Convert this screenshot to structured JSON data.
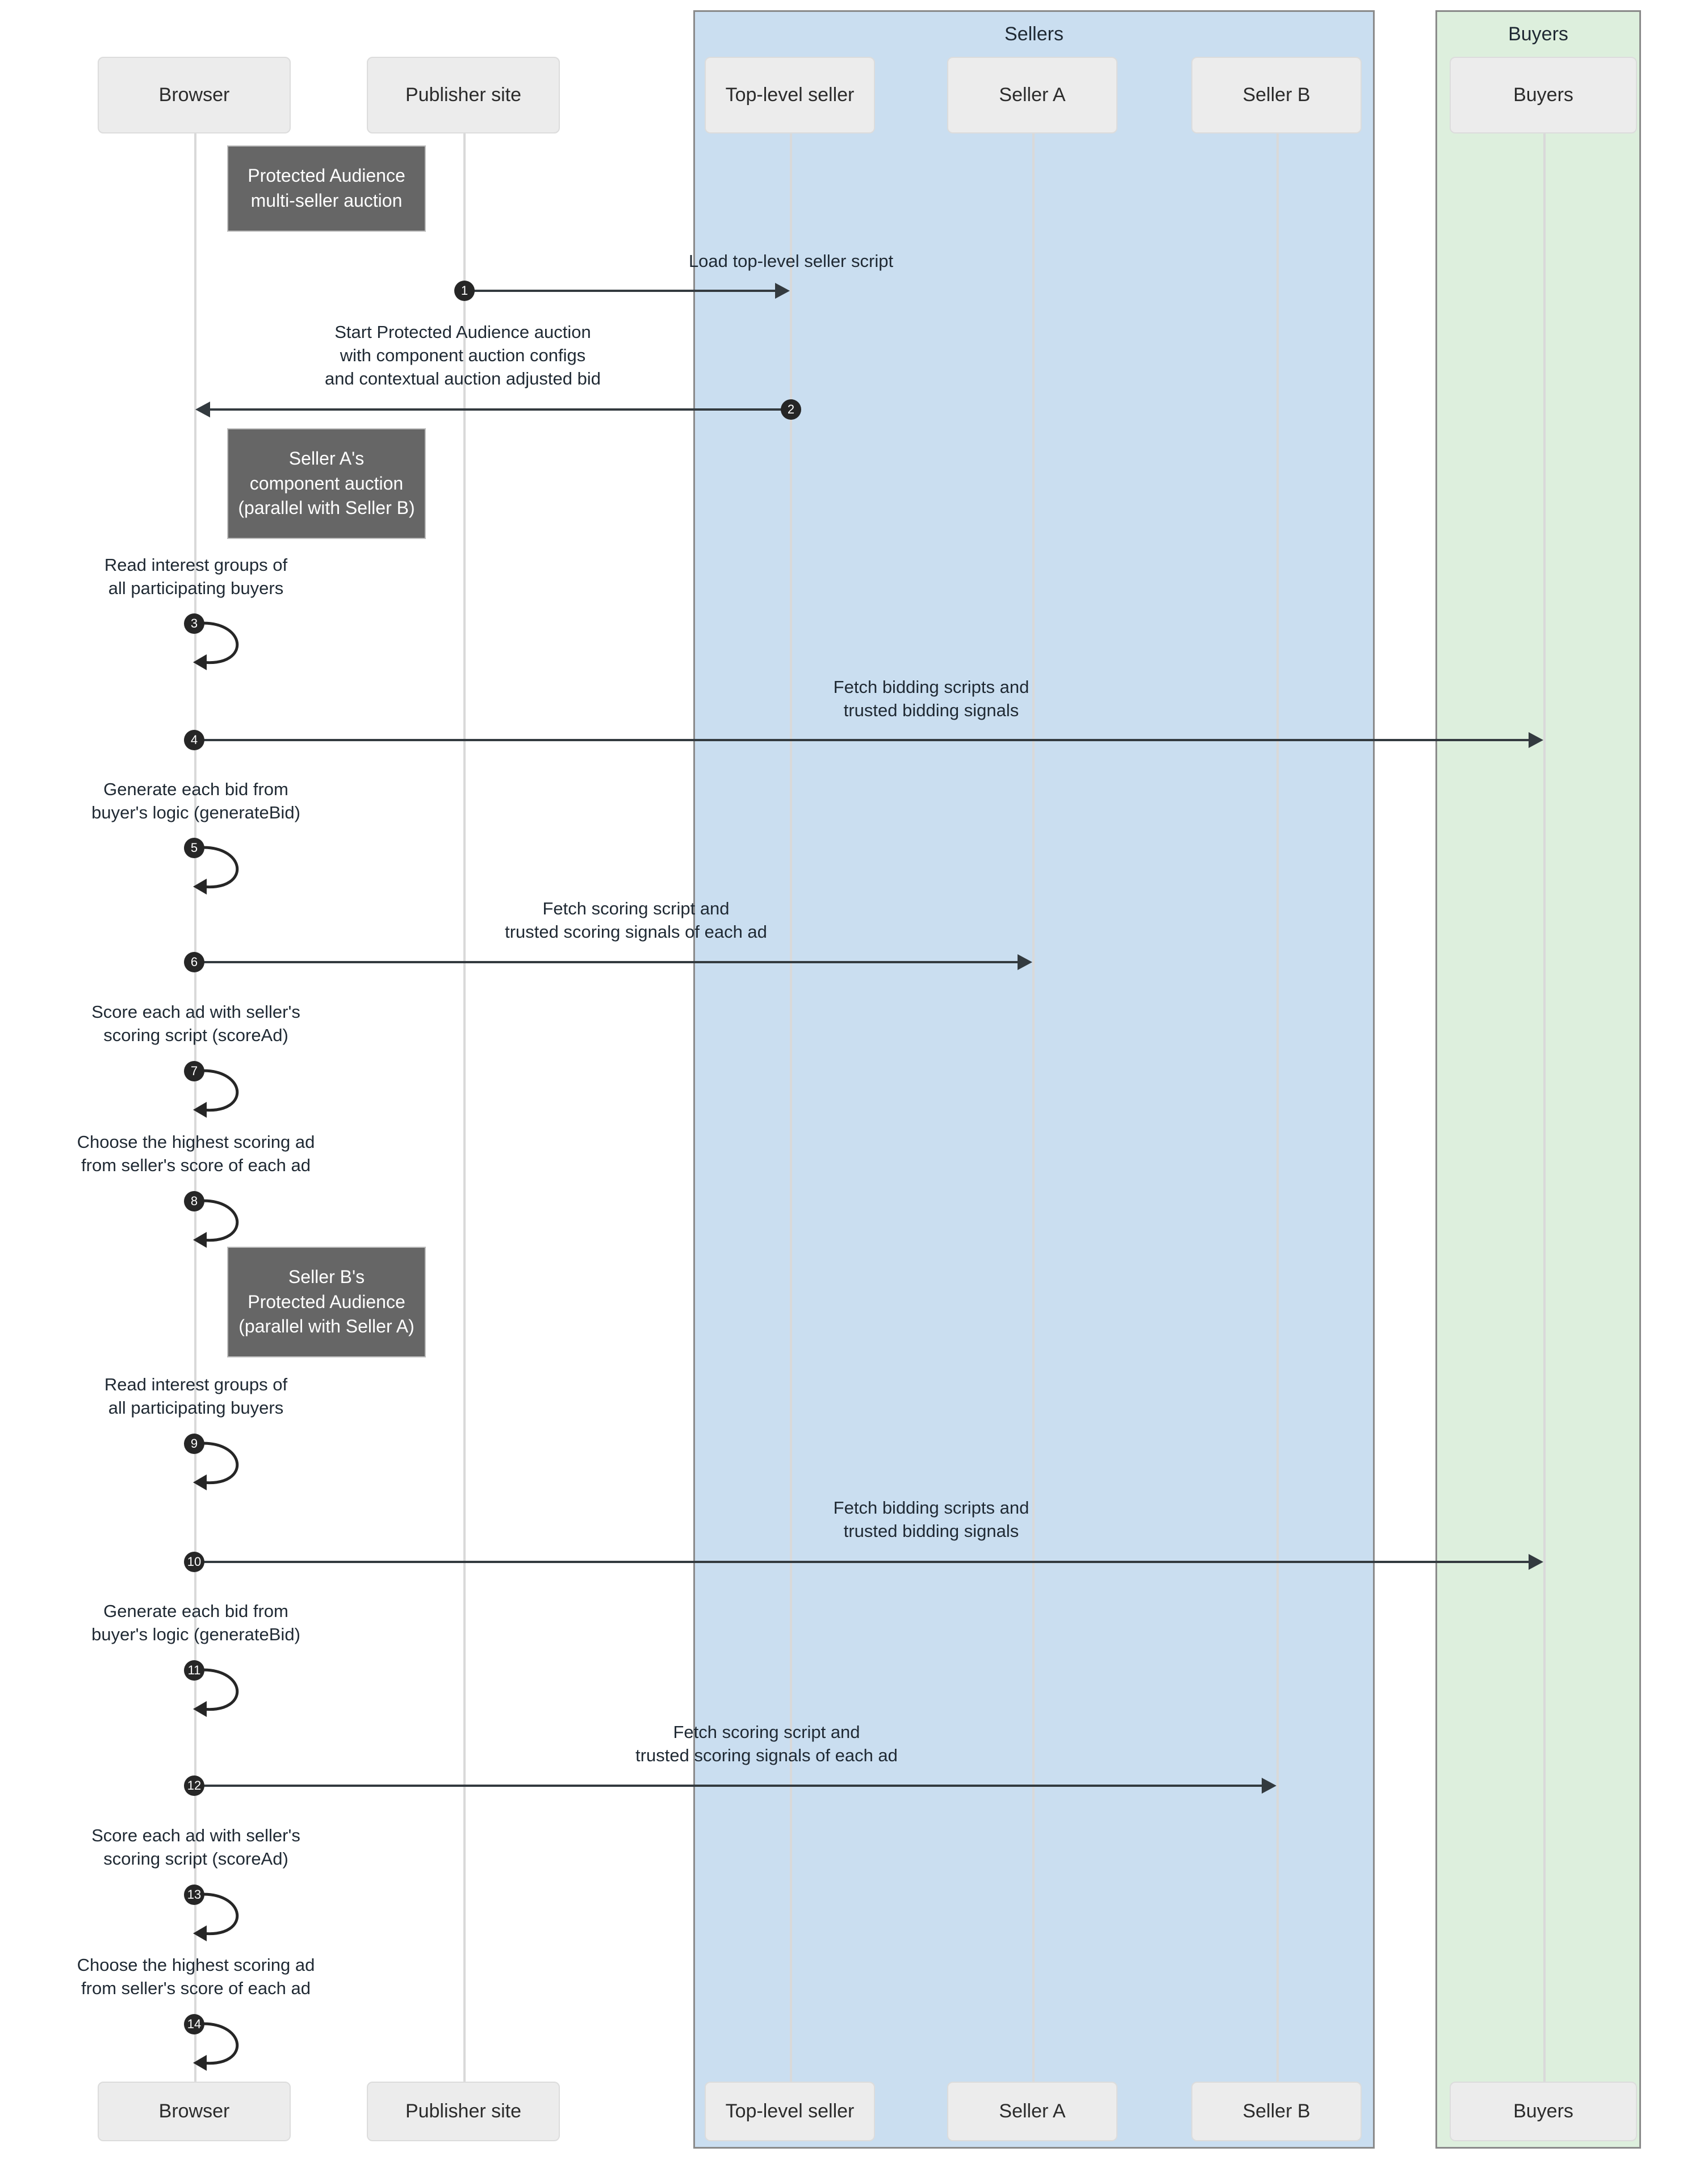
{
  "diagram": {
    "type": "sequence-diagram",
    "title": "Protected Audience multi-seller auction"
  },
  "groups": [
    {
      "label": "Sellers",
      "color": "#cadef0",
      "border": "#8a8a8a"
    },
    {
      "label": "Buyers",
      "color": "#ddefdd",
      "border": "#8a8a8a"
    }
  ],
  "actors": [
    {
      "id": "browser",
      "label": "Browser"
    },
    {
      "id": "publisher",
      "label": "Publisher site"
    },
    {
      "id": "topseller",
      "label": "Top-level seller"
    },
    {
      "id": "sellerA",
      "label": "Seller A"
    },
    {
      "id": "sellerB",
      "label": "Seller B"
    },
    {
      "id": "buyers",
      "label": "Buyers"
    }
  ],
  "notes": [
    {
      "id": "note1",
      "lines": [
        "Protected Audience",
        "multi-seller auction"
      ]
    },
    {
      "id": "note2",
      "lines": [
        "Seller A's",
        "component auction",
        "(parallel with Seller B)"
      ]
    },
    {
      "id": "note3",
      "lines": [
        "Seller B's",
        "Protected Audience",
        "(parallel with Seller A)"
      ]
    }
  ],
  "messages": [
    {
      "num": "1",
      "from": "publisher",
      "to": "topseller",
      "kind": "call",
      "lines": [
        "Load top-level seller script"
      ]
    },
    {
      "num": "2",
      "from": "topseller",
      "to": "browser",
      "kind": "return",
      "lines": [
        "Start Protected Audience auction",
        "with component auction configs",
        "and contextual auction adjusted bid"
      ]
    },
    {
      "num": "3",
      "from": "browser",
      "to": "browser",
      "kind": "self",
      "lines": [
        "Read interest groups of",
        "all participating buyers"
      ]
    },
    {
      "num": "4",
      "from": "browser",
      "to": "buyers",
      "kind": "call",
      "lines": [
        "Fetch bidding scripts and",
        "trusted bidding signals"
      ]
    },
    {
      "num": "5",
      "from": "browser",
      "to": "browser",
      "kind": "self",
      "lines": [
        "Generate each bid from",
        "buyer's logic (generateBid)"
      ]
    },
    {
      "num": "6",
      "from": "browser",
      "to": "sellerA",
      "kind": "call",
      "lines": [
        "Fetch scoring script and",
        "trusted scoring signals of each ad"
      ]
    },
    {
      "num": "7",
      "from": "browser",
      "to": "browser",
      "kind": "self",
      "lines": [
        "Score each ad with seller's",
        "scoring script (scoreAd)"
      ]
    },
    {
      "num": "8",
      "from": "browser",
      "to": "browser",
      "kind": "self",
      "lines": [
        "Choose the highest scoring ad",
        "from seller's score of each ad"
      ]
    },
    {
      "num": "9",
      "from": "browser",
      "to": "browser",
      "kind": "self",
      "lines": [
        "Read interest groups of",
        "all participating buyers"
      ]
    },
    {
      "num": "10",
      "from": "browser",
      "to": "buyers",
      "kind": "call",
      "lines": [
        "Fetch bidding scripts and",
        "trusted bidding signals"
      ]
    },
    {
      "num": "11",
      "from": "browser",
      "to": "browser",
      "kind": "self",
      "lines": [
        "Generate each bid from",
        "buyer's logic (generateBid)"
      ]
    },
    {
      "num": "12",
      "from": "browser",
      "to": "sellerB",
      "kind": "call",
      "lines": [
        "Fetch scoring script and",
        "trusted scoring signals of each ad"
      ]
    },
    {
      "num": "13",
      "from": "browser",
      "to": "browser",
      "kind": "self",
      "lines": [
        "Score each ad with seller's",
        "scoring script (scoreAd)"
      ]
    },
    {
      "num": "14",
      "from": "browser",
      "to": "browser",
      "kind": "self",
      "lines": [
        "Choose the highest scoring ad",
        "from seller's score of each ad"
      ]
    }
  ]
}
